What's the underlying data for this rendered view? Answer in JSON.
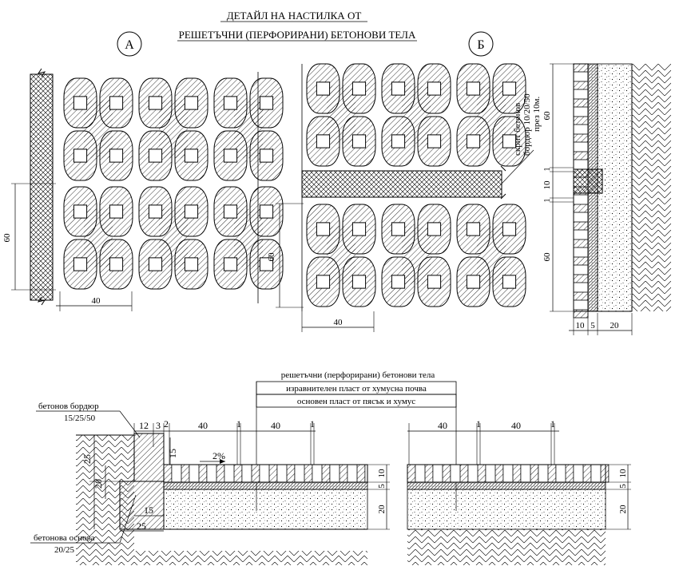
{
  "title_line1": "ДЕТАЙЛ НА НАСТИЛКА ОТ",
  "title_line2": "РЕШЕТЪЧНИ (ПЕРФОРИРАНИ) БЕТОНОВИ ТЕЛА",
  "detail_a": {
    "label": "А",
    "dim_height": "60",
    "dim_width": "40"
  },
  "detail_b": {
    "label": "Б",
    "dim_height": "60",
    "dim_width": "40",
    "note_line1": "скрит бетонов",
    "note_line2": "бордюр 10/20/50",
    "note_line3": "през 10м."
  },
  "section_b": {
    "dim_top": "60",
    "dim_a": "1",
    "dim_b": "10",
    "dim_c": "1",
    "dim_bottom": "60",
    "bottom_dims": [
      "10",
      "5",
      "20"
    ]
  },
  "legend": {
    "line1": "решетъчни (перфорирани) бетонови тела",
    "line2": "изравнителен пласт от хумусна почва",
    "line3": "основен пласт от пясък и хумус"
  },
  "kerb": {
    "line1": "бетонов бордюр",
    "line2": "15/25/50"
  },
  "base": {
    "line1": "бетонова основа",
    "line2": "20/25"
  },
  "section_dims": {
    "top": [
      "12",
      "3",
      "2",
      "40",
      "1",
      "40",
      "1"
    ],
    "slope": "2%",
    "kerb_height": "25",
    "kerb_step": "15",
    "base_height": "20",
    "base_width_inner": "15",
    "base_width": "25",
    "layers": [
      "10",
      "5",
      "20"
    ]
  },
  "section_right_dims": {
    "top": [
      "40",
      "1",
      "40",
      "1"
    ],
    "layers": [
      "10",
      "5",
      "20"
    ]
  }
}
